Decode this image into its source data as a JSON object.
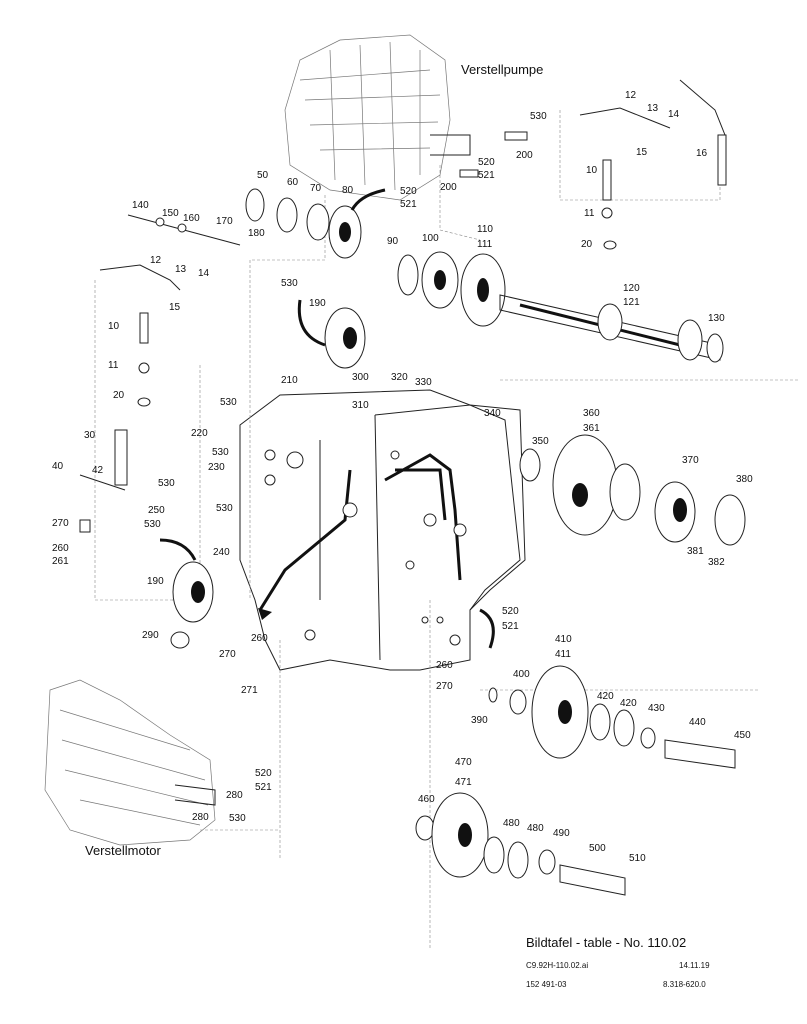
{
  "headings": {
    "pump_caption": "Verstellpumpe",
    "motor_caption": "Verstellmotor"
  },
  "title_block": {
    "title": "Bildtafel - table - No. 110.02",
    "filename": "C9.92H-110.02.ai",
    "date": "14.11.19",
    "part_number": "152 491-03",
    "reference": "8.318-620.0"
  },
  "callouts": [
    "530",
    "200",
    "520",
    "521",
    "200",
    "12",
    "13",
    "14",
    "15",
    "16",
    "10",
    "11",
    "20",
    "50",
    "60",
    "70",
    "80",
    "520",
    "521",
    "140",
    "150",
    "160",
    "170",
    "180",
    "12",
    "13",
    "14",
    "15",
    "10",
    "11",
    "20",
    "90",
    "100",
    "110",
    "111",
    "120",
    "121",
    "130",
    "530",
    "190",
    "210",
    "300",
    "310",
    "320",
    "330",
    "340",
    "530",
    "220",
    "530",
    "230",
    "530",
    "30",
    "40",
    "42",
    "250",
    "530",
    "270",
    "260",
    "261",
    "240",
    "530",
    "190",
    "290",
    "350",
    "360",
    "361",
    "370",
    "380",
    "381",
    "382",
    "520",
    "521",
    "260",
    "270",
    "271",
    "410",
    "411",
    "400",
    "390",
    "420",
    "420",
    "430",
    "440",
    "450",
    "260",
    "270",
    "470",
    "471",
    "460",
    "480",
    "480",
    "490",
    "500",
    "510",
    "520",
    "521",
    "280",
    "280",
    "530"
  ]
}
